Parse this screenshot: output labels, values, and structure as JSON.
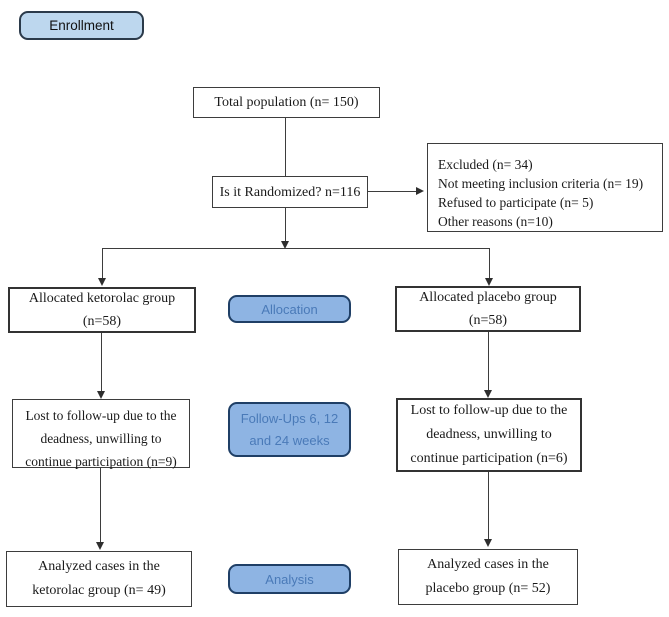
{
  "diagram": {
    "type": "consort-flow-diagram",
    "colors": {
      "box_border": "#3d3d3d",
      "enrollment_badge_fill": "#bdd7ee",
      "stage_badge_fill": "#8eb4e3",
      "stage_badge_border": "#1f3f66",
      "stage_badge_text": "#4a7ab8",
      "line": "#3d3d3d"
    },
    "badges": {
      "enrollment": {
        "label": "Enrollment"
      },
      "allocation": {
        "label": "Allocation"
      },
      "followup": {
        "line1": "Follow-Ups 6, 12",
        "line2": "and 24 weeks"
      },
      "analysis": {
        "label": "Analysis"
      }
    },
    "boxes": {
      "total_population": {
        "text": "Total population (n= 150)"
      },
      "randomized": {
        "text": "Is it Randomized? n=116"
      },
      "excluded": {
        "lines": [
          "Excluded (n= 34)",
          "Not meeting inclusion criteria (n= 19)",
          "Refused to participate (n= 5)",
          "Other reasons (n=10)"
        ]
      },
      "allocated_ketorolac": {
        "line1": "Allocated ketorolac group",
        "line2": "(n=58)"
      },
      "allocated_placebo": {
        "line1": "Allocated placebo group",
        "line2": "(n=58)"
      },
      "lost_ketorolac": {
        "line1": "Lost to follow-up due to the",
        "line2": "deadness, unwilling to",
        "line3": "continue participation (n=9)"
      },
      "lost_placebo": {
        "line1": "Lost to follow-up due to the",
        "line2": "deadness, unwilling to",
        "line3": "continue participation (n=6)"
      },
      "analyzed_ketorolac": {
        "line1": "Analyzed cases in the",
        "line2": "ketorolac group (n= 49)"
      },
      "analyzed_placebo": {
        "line1": "Analyzed cases in the",
        "line2": "placebo group (n= 52)"
      }
    }
  }
}
